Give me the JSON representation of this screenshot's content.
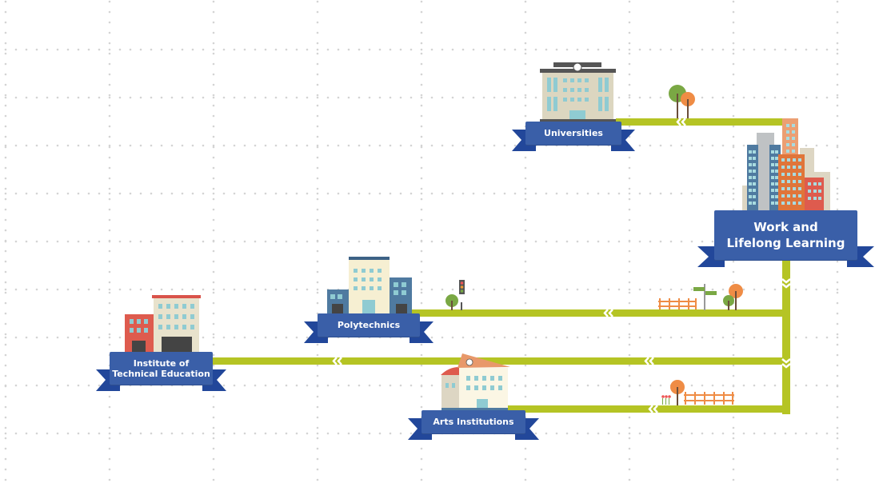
{
  "destinations": {
    "universities": "Universities",
    "work": "Work and Lifelong Learning",
    "work_line1": "Work and",
    "work_line2": "Lifelong Learning",
    "polytechnics": "Polytechnics",
    "ite_line1": "Institute of",
    "ite_line2": "Technical Education",
    "arts": "Arts Institutions"
  },
  "colors": {
    "road": "#b5c424",
    "banner": "#3a5fa8",
    "banner_tail": "#22479a",
    "grid_dot": "#d4d4d4"
  }
}
